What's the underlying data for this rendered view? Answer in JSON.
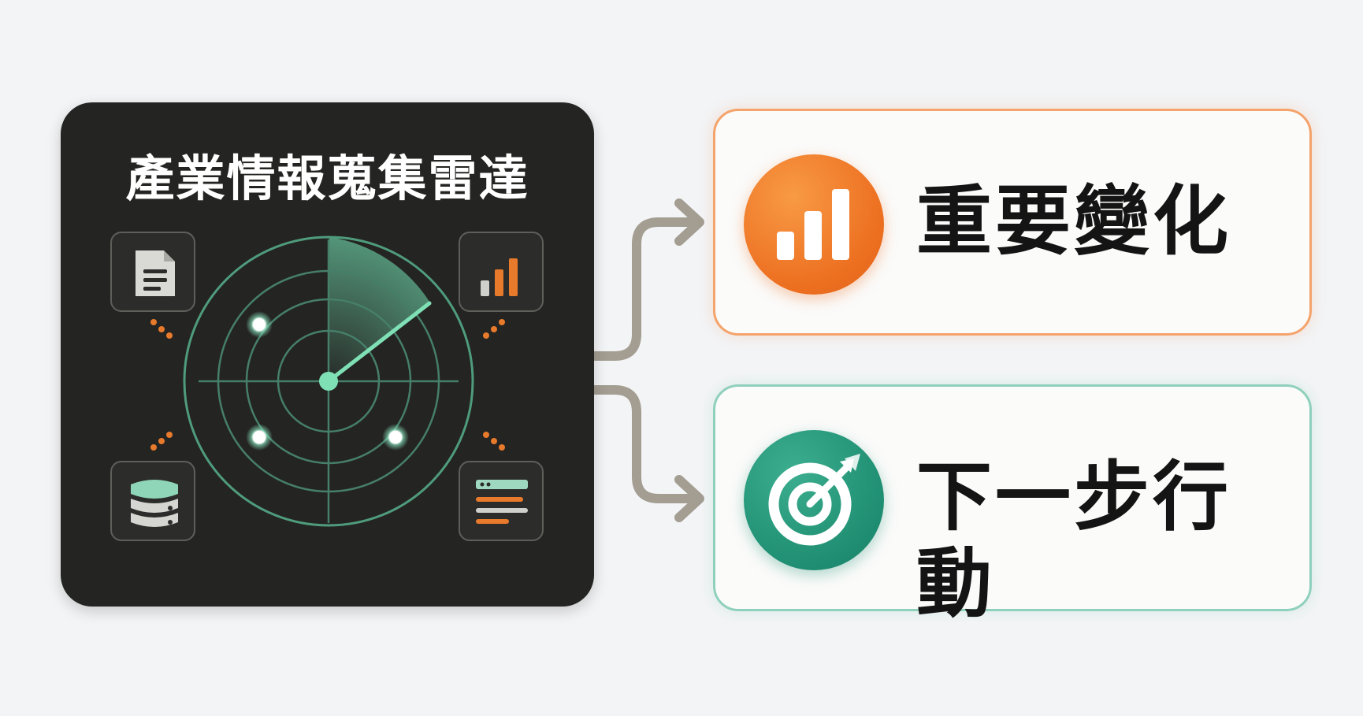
{
  "radar": {
    "title": "產業情報蒐集雷達",
    "icons": [
      "document-icon",
      "bar-chart-icon",
      "database-icon",
      "list-icon"
    ]
  },
  "outputs": [
    {
      "label": "重要變化",
      "icon": "bar-chart-icon",
      "accent": "#ec6e1f"
    },
    {
      "label": "下一步行動",
      "icon": "target-icon",
      "accent": "#1f8e72"
    }
  ],
  "colors": {
    "panel": "#242422",
    "radar_green": "#5fb892",
    "dots_orange": "#e87a2c",
    "connector": "#a39d92"
  }
}
